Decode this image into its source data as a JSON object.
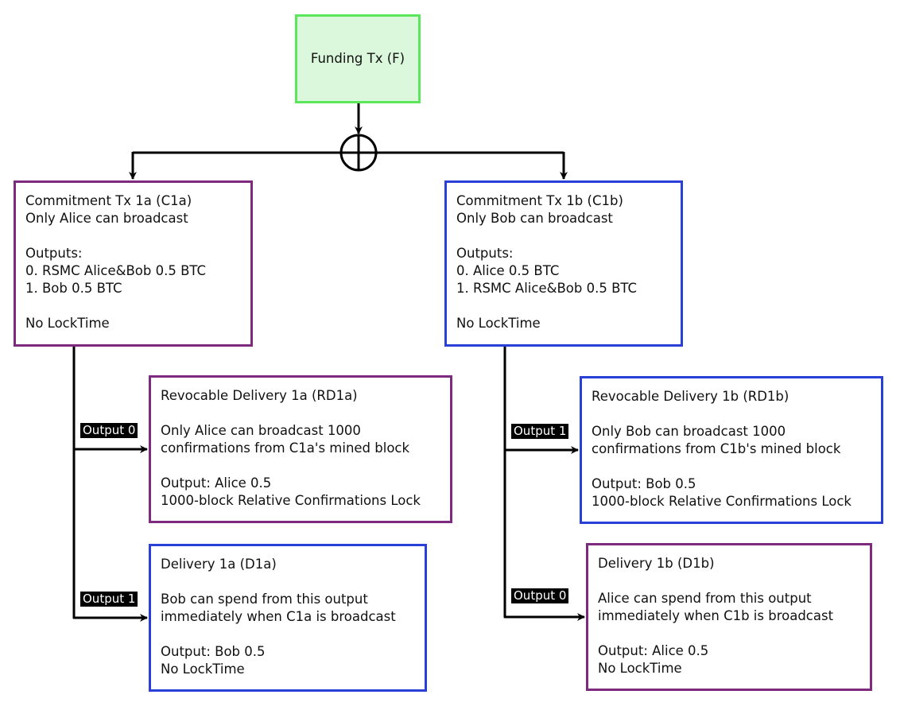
{
  "colors": {
    "funding_border": "#5ce65c",
    "funding_fill": "#dcf8dc",
    "purple": "#7e2a7e",
    "blue": "#2a3fd8",
    "line": "#000000"
  },
  "funding": {
    "label": "Funding Tx (F)"
  },
  "split_symbol": "circle-plus-icon",
  "c1a": {
    "title": "Commitment Tx 1a (C1a)",
    "broadcast": "Only Alice can broadcast",
    "outputs_label": "Outputs:",
    "output0": "0. RSMC Alice&Bob 0.5 BTC",
    "output1": "1. Bob 0.5 BTC",
    "locktime": "No LockTime"
  },
  "c1b": {
    "title": "Commitment Tx 1b (C1b)",
    "broadcast": "Only Bob can broadcast",
    "outputs_label": "Outputs:",
    "output0": "0. Alice 0.5 BTC",
    "output1": "1. RSMC Alice&Bob 0.5 BTC",
    "locktime": "No LockTime"
  },
  "rd1a": {
    "title": "Revocable Delivery 1a (RD1a)",
    "desc1": "Only Alice can broadcast 1000",
    "desc2": "confirmations from C1a's mined block",
    "output": "Output: Alice 0.5",
    "lock": "1000-block Relative Confirmations Lock"
  },
  "rd1b": {
    "title": "Revocable Delivery 1b (RD1b)",
    "desc1": "Only Bob can broadcast 1000",
    "desc2": "confirmations from C1b's mined block",
    "output": "Output: Bob 0.5",
    "lock": "1000-block Relative Confirmations Lock"
  },
  "d1a": {
    "title": "Delivery 1a (D1a)",
    "desc1": "Bob can spend from this output",
    "desc2": "immediately when C1a is broadcast",
    "output": "Output: Bob 0.5",
    "locktime": "No LockTime"
  },
  "d1b": {
    "title": "Delivery 1b (D1b)",
    "desc1": "Alice can spend from this output",
    "desc2": "immediately when C1b is broadcast",
    "output": "Output: Alice 0.5",
    "locktime": "No LockTime"
  },
  "tags": {
    "left_top": "Output 0",
    "left_bottom": "Output 1",
    "right_top": "Output 1",
    "right_bottom": "Output 0"
  }
}
